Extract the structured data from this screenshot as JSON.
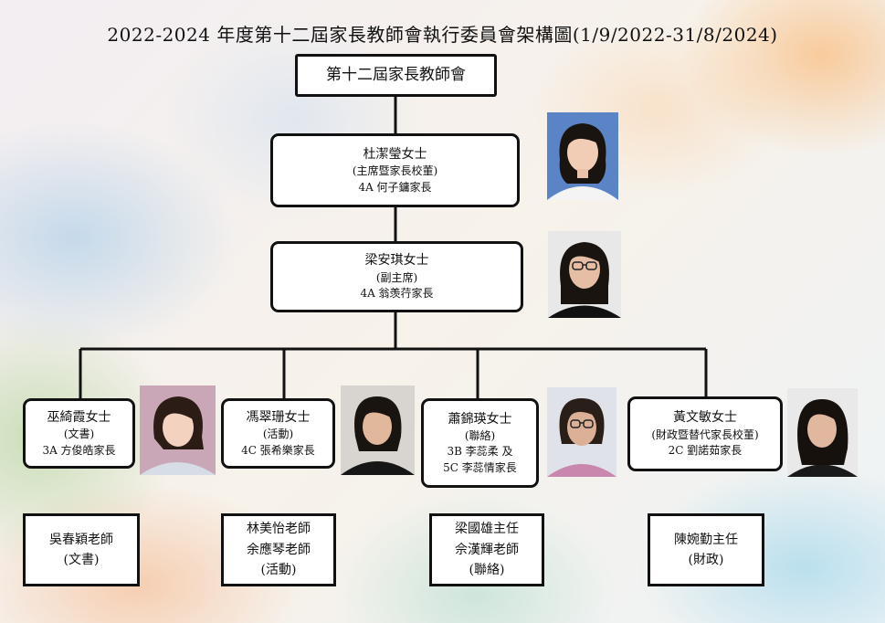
{
  "title": "2022-2024 年度第十二屆家長教師會執行委員會架構圖(1/9/2022-31/8/2024)",
  "root": "第十二屆家長教師會",
  "chair": {
    "name": "杜潔瑩女士",
    "role": "(主席暨家長校董)",
    "parent": "4A 何子鏞家長"
  },
  "vice_chair": {
    "name": "梁安琪女士",
    "role": "(副主席)",
    "parent": "4A 翁羡荇家長"
  },
  "members": [
    {
      "name": "巫綺霞女士",
      "role": "(文書)",
      "parent": "3A 方俊皓家長"
    },
    {
      "name": "馮翠珊女士",
      "role": "(活動)",
      "parent": "4C 張希樂家長"
    },
    {
      "name": "蕭錦瑛女士",
      "role": "(聯絡)",
      "parent": "3B 李蕊柔 及",
      "parent2": "5C 李蕊情家長"
    },
    {
      "name": "黃文敏女士",
      "role": "(財政暨替代家長校董)",
      "parent": "2C 劉諾茹家長"
    }
  ],
  "teachers": [
    {
      "line1": "吳春穎老師",
      "line2": "(文書)"
    },
    {
      "line1": "林美怡老師",
      "line2": "余應琴老師",
      "line3": "(活動)"
    },
    {
      "line1": "梁國雄主任",
      "line2": "佘漢輝老師",
      "line3": "(聯絡)"
    },
    {
      "line1": "陳婉勤主任",
      "line2": "(財政)"
    }
  ]
}
